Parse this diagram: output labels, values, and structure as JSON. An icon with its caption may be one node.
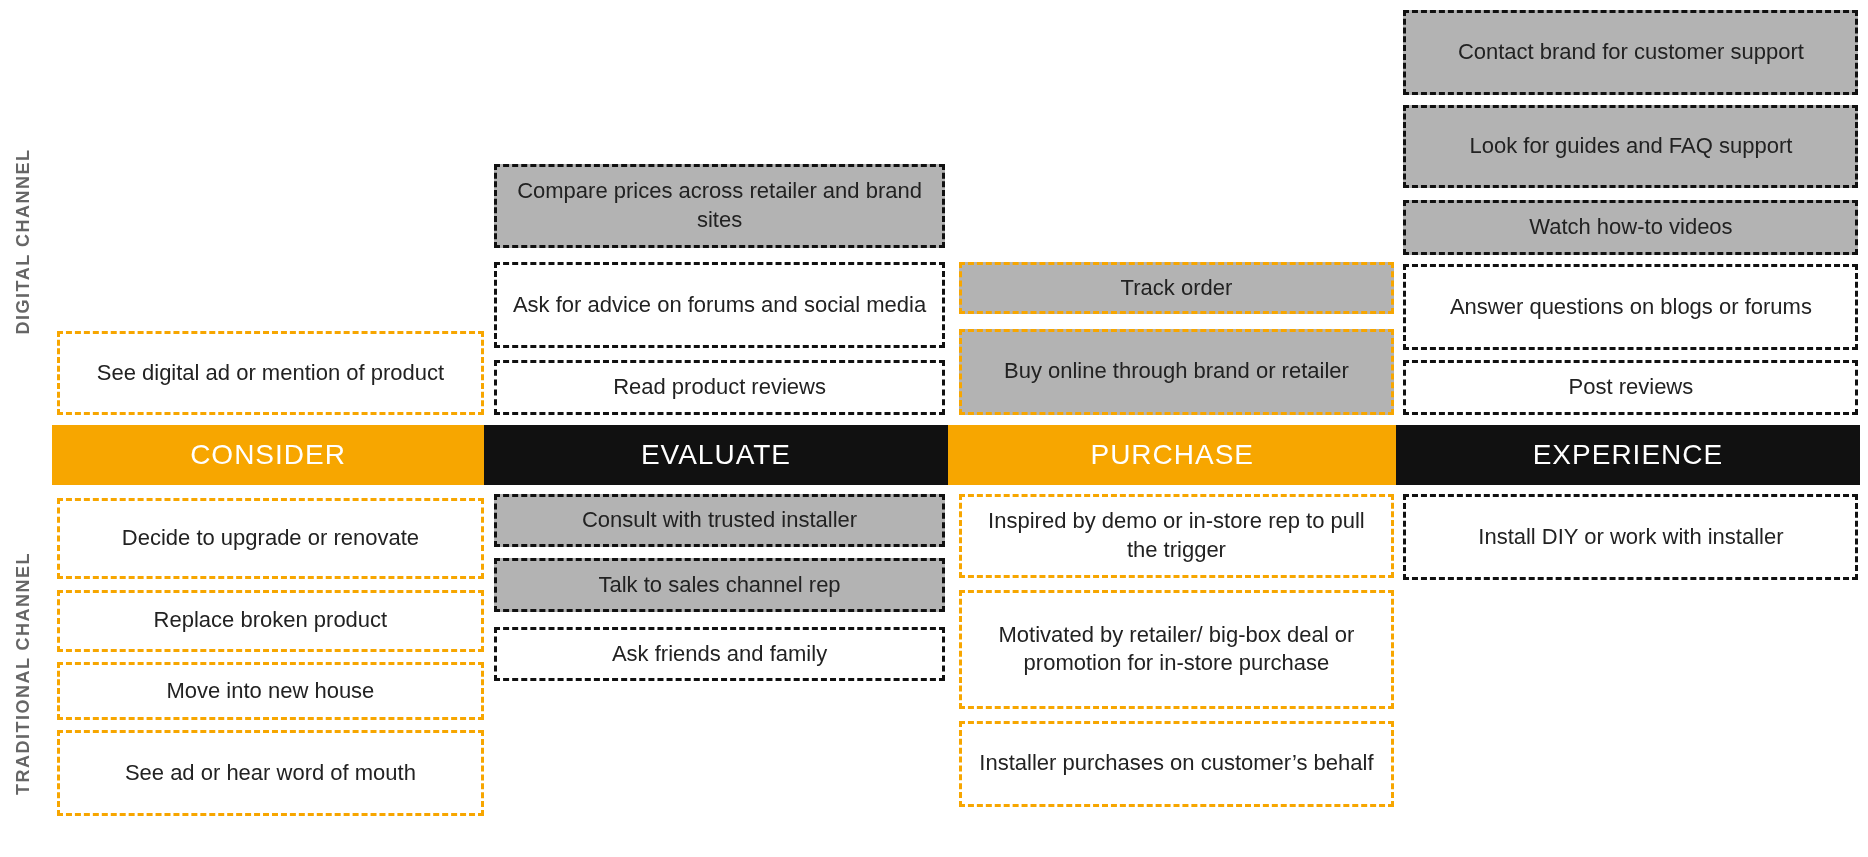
{
  "diagram": {
    "nodes": [
      {
        "text": [
          "See digital ad or mention of product"
        ]
      },
      {
        "text": [
          "CONSIDER"
        ]
      },
      {
        "text": [
          "Decide to upgrade or renovate"
        ]
      },
      {
        "text": [
          "Replace broken product"
        ]
      },
      {
        "text": [
          "Move into new house"
        ]
      },
      {
        "text": [
          "See ad or hear word of mouth"
        ]
      },
      {
        "text": [
          "Compare prices across retailer and brand sites"
        ]
      },
      {
        "text": [
          "Ask for advice on forums and social media"
        ]
      },
      {
        "text": [
          "Read product reviews"
        ]
      },
      {
        "text": [
          "EVALUATE"
        ]
      },
      {
        "text": [
          "Consult with trusted installer"
        ]
      },
      {
        "text": [
          "Talk to sales channel rep"
        ]
      },
      {
        "text": [
          "Ask friends and family"
        ]
      },
      {
        "text": [
          "Track order"
        ]
      },
      {
        "text": [
          "Buy online through brand or retailer"
        ]
      },
      {
        "text": [
          "PURCHASE"
        ]
      },
      {
        "text": [
          "Inspired by demo or in-store rep to pull the trigger"
        ]
      },
      {
        "text": [
          "Motivated by retailer/ big-box deal or promotion for in-store purchase"
        ]
      },
      {
        "text": [
          "Installer purchases on customer’s behalf"
        ]
      },
      {
        "text": [
          "Contact brand for customer support"
        ]
      },
      {
        "text": [
          "Look for guides and FAQ support"
        ]
      },
      {
        "text": [
          "Watch how-to videos"
        ]
      },
      {
        "text": [
          "Answer questions on blogs or forums"
        ]
      },
      {
        "text": [
          "Post reviews"
        ]
      },
      {
        "text": [
          "EXPERIENCE"
        ]
      },
      {
        "text": [
          "Install DIY or work with installer"
        ]
      }
    ],
    "labels": [
      "DIGITAL CHANNEL",
      "TRADITIONAL CHANNEL"
    ]
  }
}
